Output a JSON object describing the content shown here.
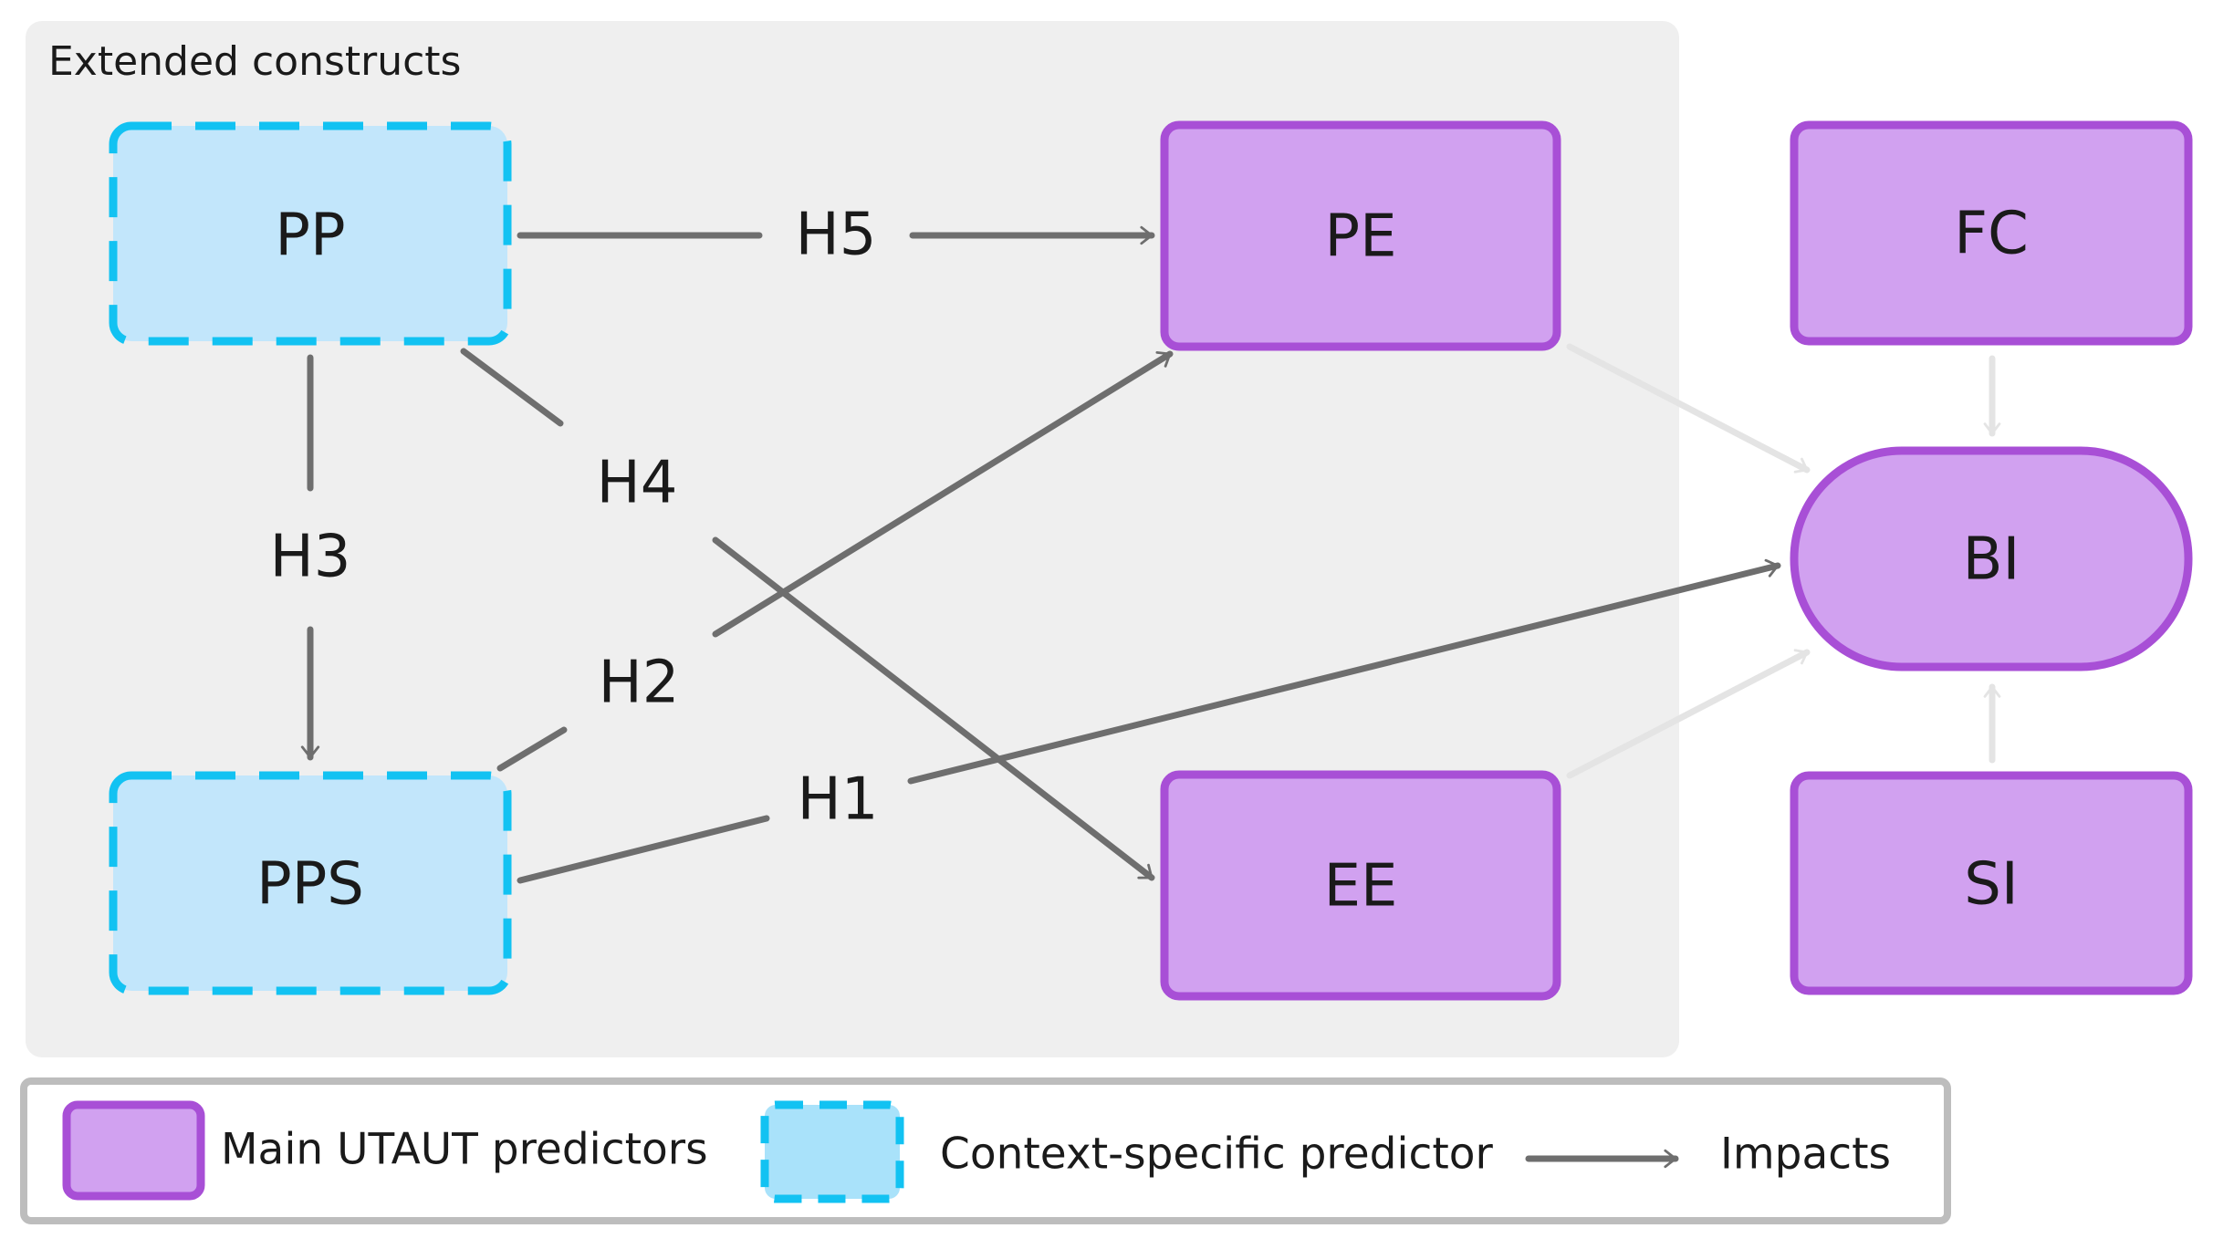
{
  "group": {
    "title": "Extended constructs"
  },
  "nodes": {
    "pp": "PP",
    "pps": "PPS",
    "pe": "PE",
    "ee": "EE",
    "fc": "FC",
    "bi": "BI",
    "si": "SI"
  },
  "hypotheses": {
    "h1": "H1",
    "h2": "H2",
    "h3": "H3",
    "h4": "H4",
    "h5": "H5"
  },
  "legend": {
    "main": "Main UTAUT predictors",
    "context": "Context-specific predictor",
    "impacts": "Impacts"
  },
  "colors": {
    "main_fill": "#d1a1f0",
    "main_stroke": "#a84fd6",
    "context_fill": "#c2e6fb",
    "context_stroke": "#12c2f2",
    "arrow": "#6e6e6e",
    "arrow_faint": "#e6e6e6",
    "group_bg": "#efefef"
  }
}
